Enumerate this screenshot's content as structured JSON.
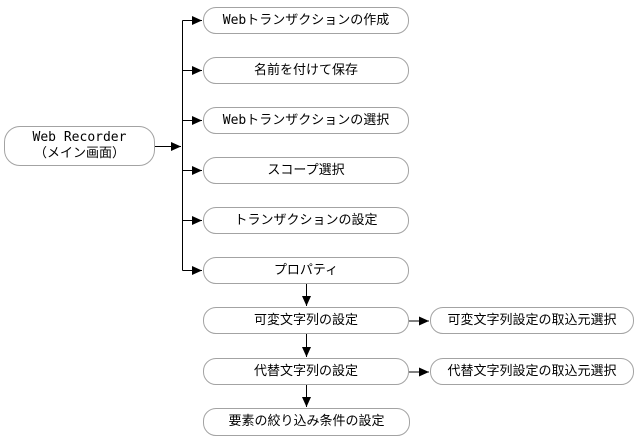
{
  "diagram": {
    "main_node": {
      "line1": "Web Recorder",
      "line2": "（メイン画面）"
    },
    "branch_nodes": [
      {
        "label": "Webトランザクションの作成"
      },
      {
        "label": "名前を付けて保存"
      },
      {
        "label": "Webトランザクションの選択"
      },
      {
        "label": "スコープ選択"
      },
      {
        "label": "トランザクションの設定"
      },
      {
        "label": "プロパティ"
      }
    ],
    "flow_nodes": [
      {
        "label": "可変文字列の設定"
      },
      {
        "label": "代替文字列の設定"
      },
      {
        "label": "要素の絞り込み条件の設定"
      }
    ],
    "side_nodes": [
      {
        "label": "可変文字列設定の取込元選択"
      },
      {
        "label": "代替文字列設定の取込元選択"
      }
    ],
    "colors": {
      "box_border": "#a3a3a3",
      "line": "#000000",
      "text": "#000000",
      "background": "#ffffff"
    }
  }
}
